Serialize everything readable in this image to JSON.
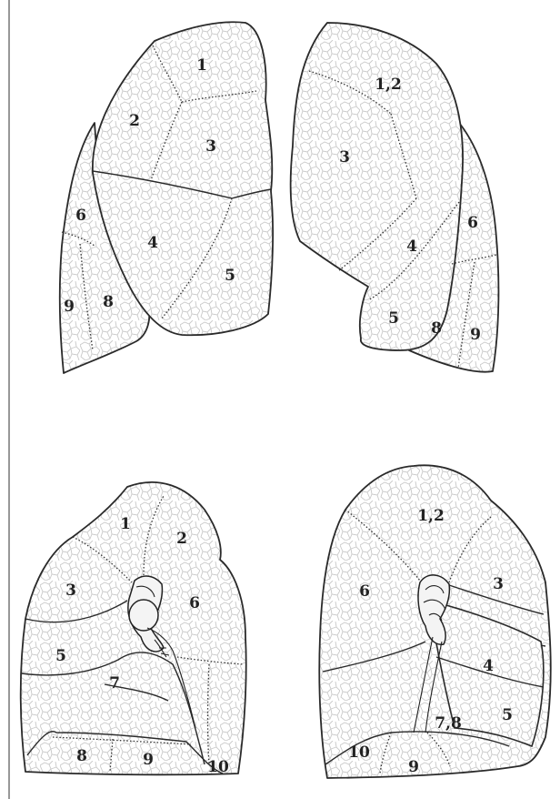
{
  "figure": {
    "views": [
      {
        "id": "right-lateral",
        "labels": [
          "1",
          "2",
          "3",
          "4",
          "5",
          "6",
          "8",
          "9"
        ]
      },
      {
        "id": "left-lateral",
        "labels": [
          "1,2",
          "3",
          "4",
          "5",
          "6",
          "8",
          "9"
        ]
      },
      {
        "id": "right-medial",
        "labels": [
          "1",
          "2",
          "3",
          "5",
          "6",
          "7",
          "8",
          "9",
          "10"
        ]
      },
      {
        "id": "left-medial",
        "labels": [
          "1,2",
          "3",
          "4",
          "5",
          "6",
          "7,8",
          "9",
          "10"
        ]
      }
    ]
  }
}
